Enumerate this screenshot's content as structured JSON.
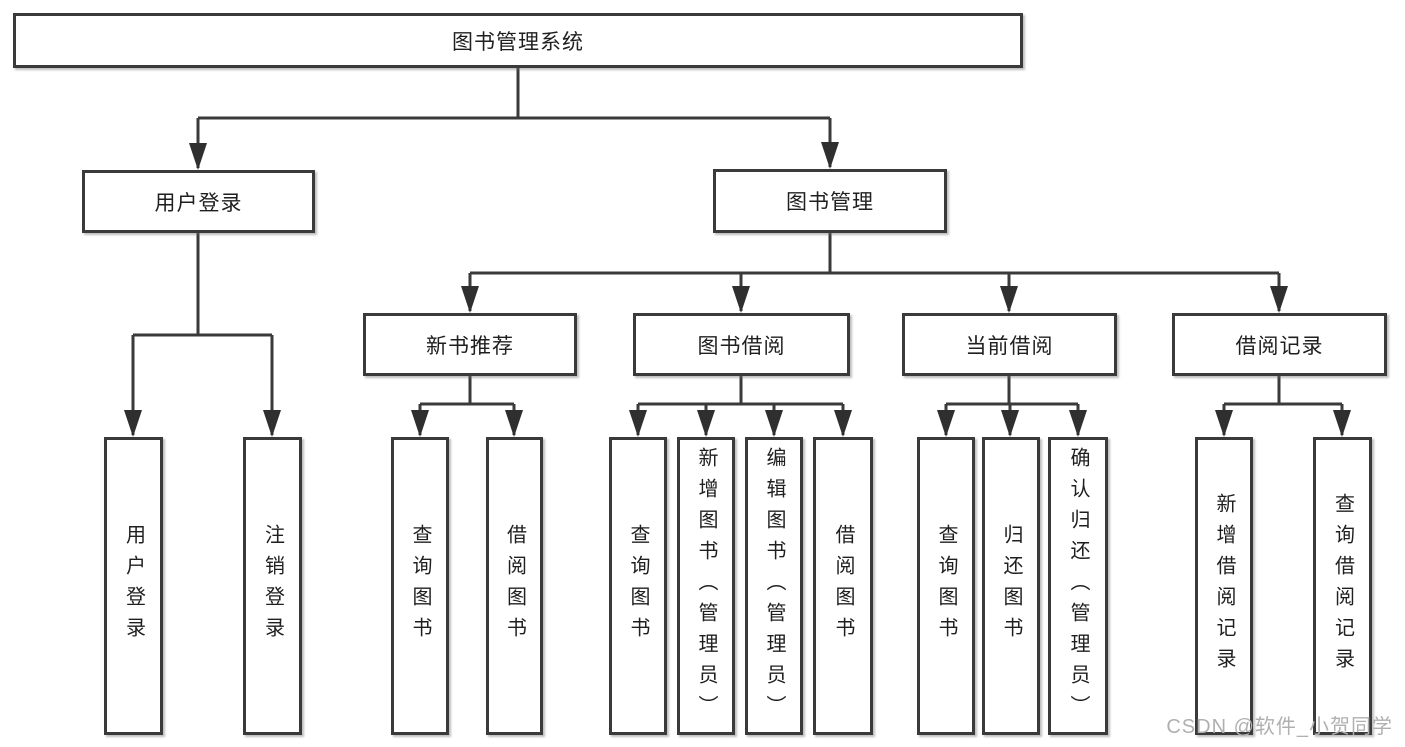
{
  "root": {
    "label": "图书管理系统",
    "children": [
      {
        "label": "用户登录",
        "children": [
          {
            "label": "用户登录"
          },
          {
            "label": "注销登录"
          }
        ]
      },
      {
        "label": "图书管理",
        "children": [
          {
            "label": "新书推荐",
            "children": [
              {
                "label": "查询图书"
              },
              {
                "label": "借阅图书"
              }
            ]
          },
          {
            "label": "图书借阅",
            "children": [
              {
                "label": "查询图书"
              },
              {
                "label": "新增图书（管理员）"
              },
              {
                "label": "编辑图书（管理员）"
              },
              {
                "label": "借阅图书"
              }
            ]
          },
          {
            "label": "当前借阅",
            "children": [
              {
                "label": "查询图书"
              },
              {
                "label": "归还图书"
              },
              {
                "label": "确认归还（管理员）"
              }
            ]
          },
          {
            "label": "借阅记录",
            "children": [
              {
                "label": "新增借阅记录"
              },
              {
                "label": "查询借阅记录"
              }
            ]
          }
        ]
      }
    ]
  },
  "watermark": {
    "text": "CSDN @软件_小贺同学"
  },
  "colors": {
    "background": "#ffffff",
    "line": "#3a3a3a",
    "box_border": "#3a3a3a",
    "text": "#1f1f1f",
    "watermark": "#b0b0b0"
  }
}
